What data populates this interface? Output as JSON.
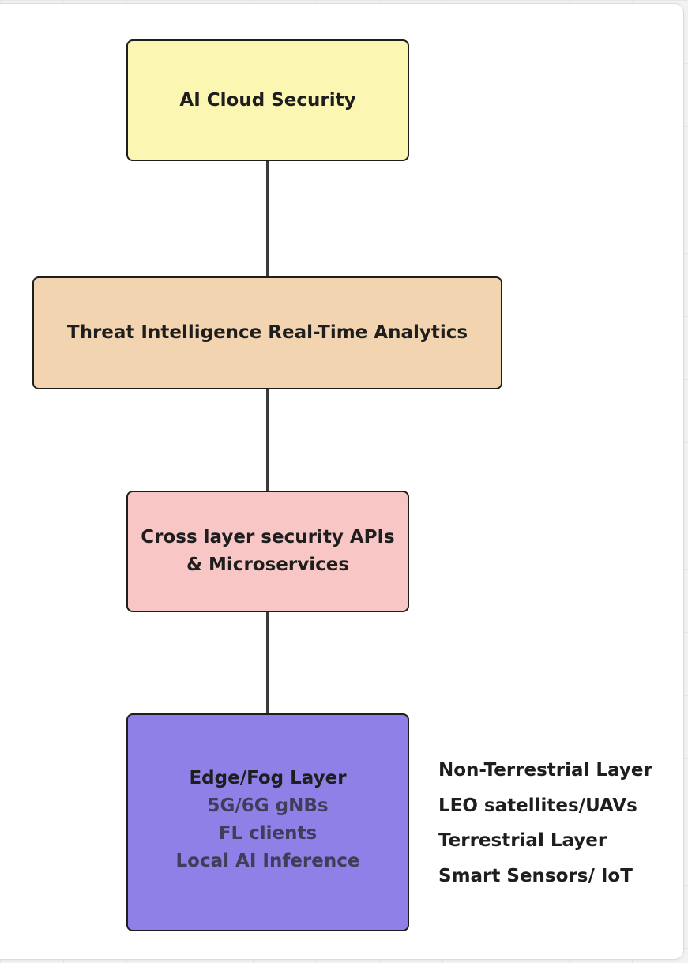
{
  "colors": {
    "cloud_fill": "#fcf6b3",
    "threat_fill": "#f2d4b0",
    "apis_fill": "#f8c7c5",
    "edge_fill": "#8e80e7",
    "border": "#1e1e1e",
    "connector": "#3a3a3a"
  },
  "nodes": {
    "cloud": {
      "label": "AI Cloud Security"
    },
    "threat": {
      "label": "Threat Intelligence Real-Time Analytics"
    },
    "apis": {
      "line1": "Cross layer security APIs",
      "line2": "& Microservices"
    },
    "edge": {
      "title": "Edge/Fog Layer",
      "lines": [
        "5G/6G gNBs",
        "FL clients",
        "Local AI Inference"
      ]
    }
  },
  "side_labels": [
    "Non-Terrestrial Layer",
    "LEO satellites/UAVs",
    "Terrestrial Layer",
    "Smart Sensors/ IoT"
  ]
}
